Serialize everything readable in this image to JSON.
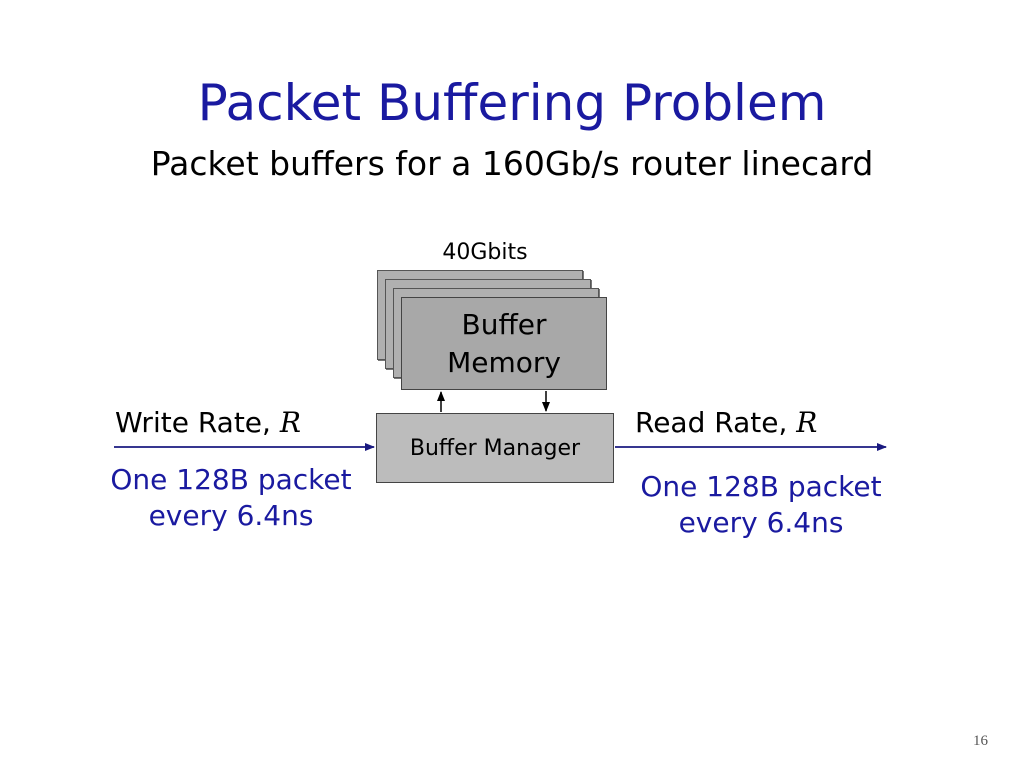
{
  "slide": {
    "title": "Packet Buffering Problem",
    "subtitle": "Packet buffers for a 160Gb/s router linecard",
    "page_number": "16"
  },
  "diagram": {
    "memory_size_label": "40Gbits",
    "buffer_memory_line1": "Buffer",
    "buffer_memory_line2": "Memory",
    "buffer_manager_label": "Buffer Manager",
    "write_rate_label": "Write Rate, ",
    "write_rate_var": "R",
    "read_rate_label": "Read Rate, ",
    "read_rate_var": "R",
    "write_note_line1": "One 128B packet",
    "write_note_line2": "every 6.4ns",
    "read_note_line1": "One 128B packet",
    "read_note_line2": "every 6.4ns"
  },
  "colors": {
    "title": "#1a1aa0",
    "note": "#1a1aa0",
    "arrow": "#1a1a80",
    "box_fill": "#a8a8a8"
  }
}
